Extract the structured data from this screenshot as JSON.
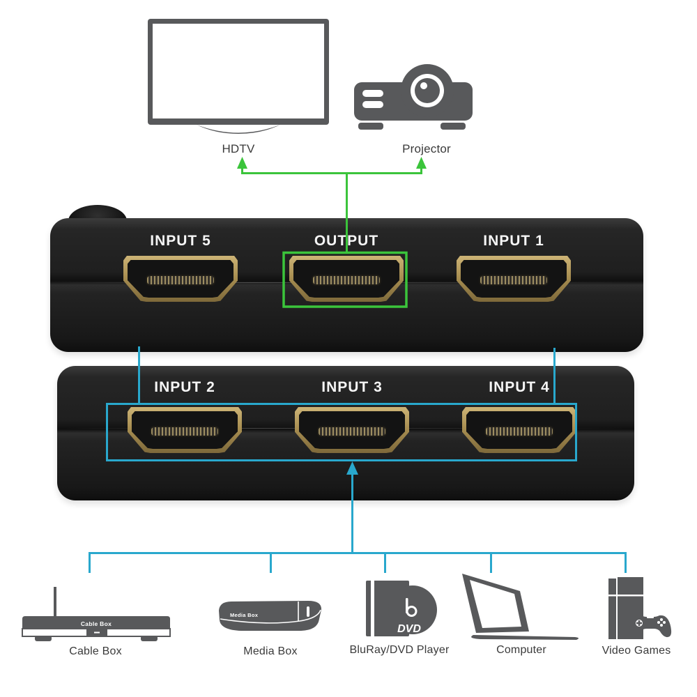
{
  "displays": [
    {
      "label": "HDTV"
    },
    {
      "label": "Projector"
    }
  ],
  "switcher": {
    "top_face_ports": [
      {
        "label": "INPUT 5"
      },
      {
        "label": "OUTPUT"
      },
      {
        "label": "INPUT 1"
      }
    ],
    "bottom_face_ports": [
      {
        "label": "INPUT 2"
      },
      {
        "label": "INPUT 3"
      },
      {
        "label": "INPUT 4"
      }
    ]
  },
  "sources": [
    {
      "label": "Cable Box",
      "device_text": "Cable Box"
    },
    {
      "label": "Media Box",
      "device_text": "Media Box"
    },
    {
      "label": "BluRay/DVD Player",
      "disc_text": "DVD"
    },
    {
      "label": "Computer"
    },
    {
      "label": "Video Games"
    }
  ],
  "colors": {
    "output_connection_green": "#3bc43b",
    "input_connection_blue": "#29a8cd",
    "icon_gray": "#58595b",
    "hdmi_gold": "#a98f52",
    "device_body": "#1f1f1f",
    "caption_text": "#3a3a3a",
    "port_label_text": "#f5f5f5"
  }
}
